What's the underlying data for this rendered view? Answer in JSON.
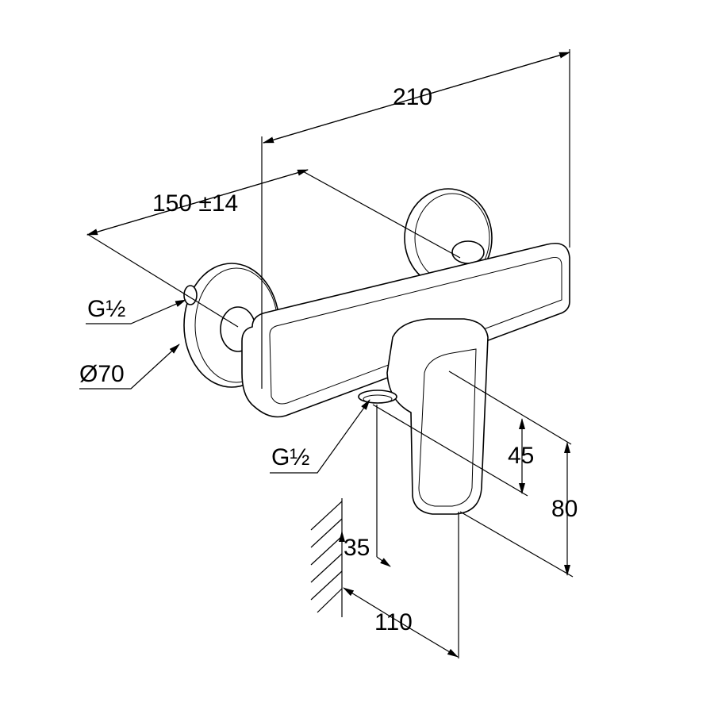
{
  "title": "Shower mixer dimension drawing",
  "dimensions": {
    "overall_width": "210",
    "wall_centers": "150 ±14",
    "inlet_thread": "G½",
    "flange_diameter": "Ø70",
    "outlet_thread": "G½",
    "handle_height": "45",
    "outlet_height": "80",
    "outlet_projection": "35",
    "handle_projection": "110"
  },
  "colors": {
    "line": "#000000",
    "background": "#ffffff"
  }
}
